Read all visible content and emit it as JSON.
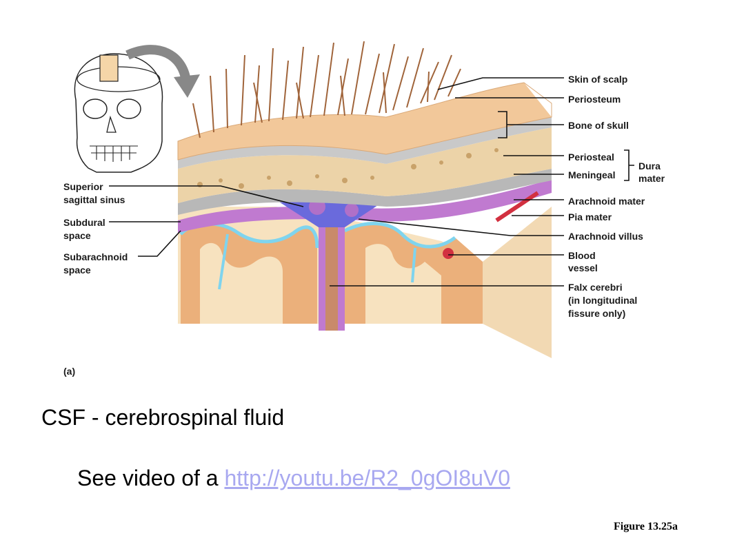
{
  "labels": {
    "skin_of_scalp": "Skin of scalp",
    "periosteum": "Periosteum",
    "bone_of_skull": "Bone of skull",
    "periosteal": "Periosteal",
    "meningeal": "Meningeal",
    "dura": "Dura",
    "mater": "mater",
    "arachnoid_mater": "Arachnoid mater",
    "pia_mater": "Pia mater",
    "arachnoid_villus": "Arachnoid villus",
    "blood": "Blood",
    "vessel": "vessel",
    "falx_cerebri": "Falx cerebri",
    "in_longitudinal": "(in longitudinal",
    "fissure_only": "fissure only)",
    "superior": "Superior",
    "sagittal_sinus": "sagittal sinus",
    "subdural": "Subdural",
    "space": "space",
    "subarachnoid": "Subarachnoid",
    "space2": "space",
    "panel_a": "(a)"
  },
  "text": {
    "csf": "CSF -  cerebrospinal fluid",
    "video_prefix": "See video of a ",
    "video_link": "http://youtu.be/R2_0gOI8uV0",
    "figure": "Figure 13.25a"
  },
  "colors": {
    "skin": "#f2c89a",
    "bone": "#ecd3a8",
    "periosteum": "#c9c9c9",
    "dura": "#b8b8b8",
    "arachnoid": "#c07ad0",
    "csf": "#7fd4ee",
    "brain": "#e8a56e",
    "sinus": "#6a6adc",
    "vessel": "#d23040",
    "link": "#a8a8f0"
  }
}
